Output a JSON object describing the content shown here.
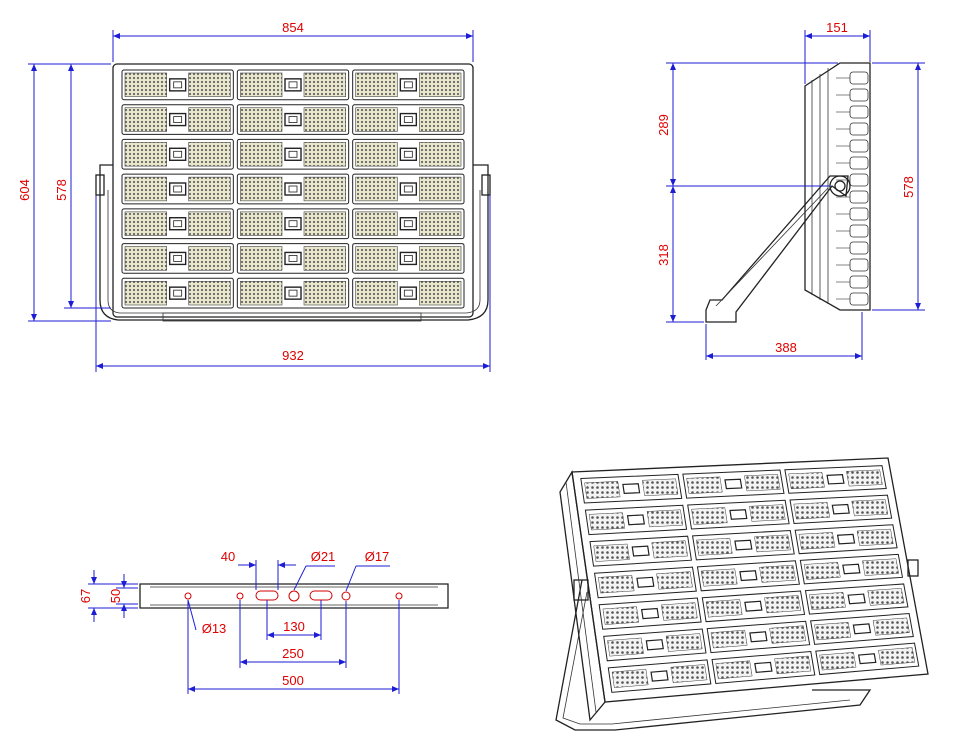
{
  "colors": {
    "dimension_line": "#1d1dd6",
    "dimension_text": "#e00000",
    "outline": "#222222",
    "led_fill": "#e8e6c8",
    "background": "#ffffff"
  },
  "front_view": {
    "width_top": "854",
    "width_bottom": "932",
    "height_outer": "604",
    "height_inner": "578",
    "rows": 7,
    "columns": 3
  },
  "side_view": {
    "depth": "151",
    "upper_height": "289",
    "lower_height": "318",
    "total_height": "578",
    "bracket_depth": "388"
  },
  "bracket_view": {
    "hole_spacing_small": "40",
    "diameter_21": "Ø21",
    "diameter_17": "Ø17",
    "diameter_13": "Ø13",
    "height_67": "67",
    "height_50": "50",
    "spacing_130": "130",
    "spacing_250": "250",
    "spacing_500": "500"
  },
  "iso_view": {
    "rows": 7,
    "columns": 3
  }
}
